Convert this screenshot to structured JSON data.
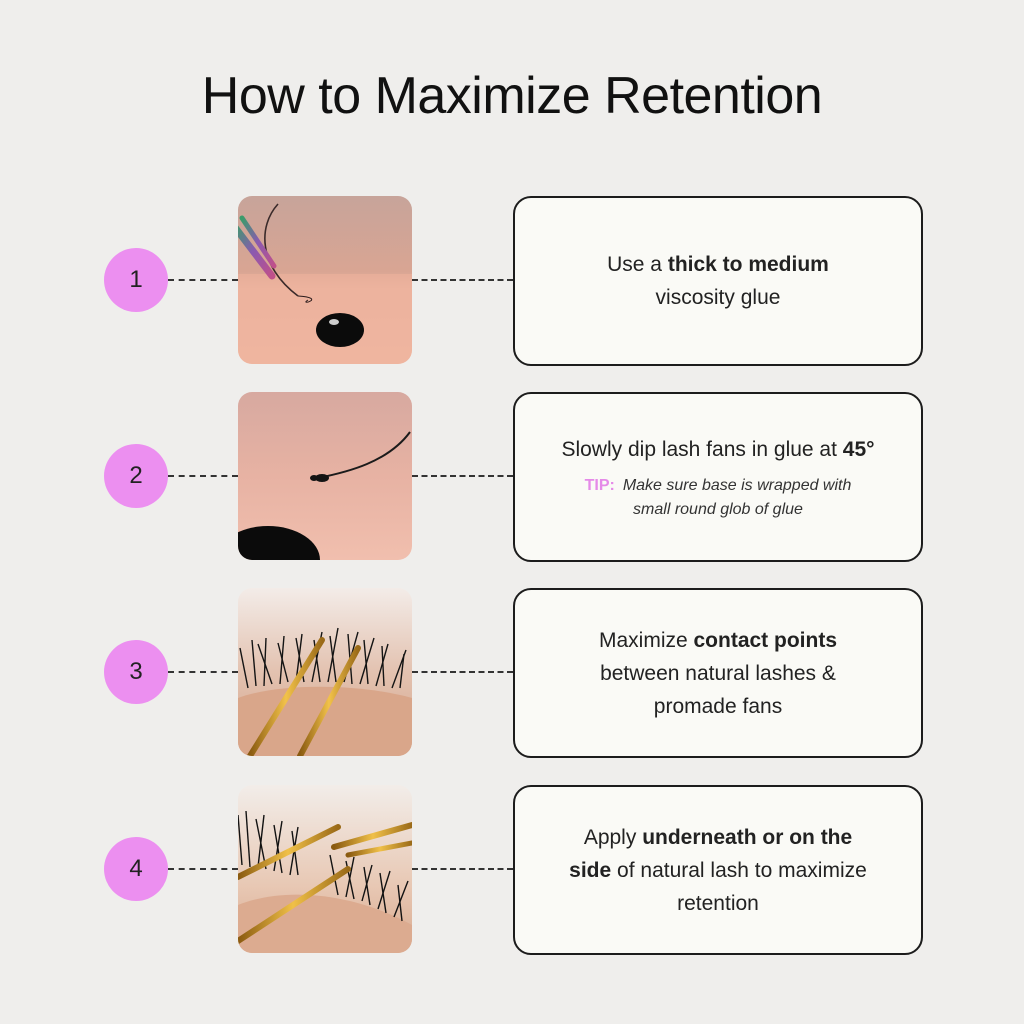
{
  "title": "How to Maximize Retention",
  "steps": [
    {
      "number": "1",
      "photo_icon": "glue-drop-photo",
      "lines": [
        {
          "pre": "Use a ",
          "bold": "thick to medium",
          "post": ""
        },
        {
          "pre": "viscosity glue",
          "bold": "",
          "post": ""
        }
      ]
    },
    {
      "number": "2",
      "photo_icon": "lash-fan-dip-photo",
      "lines": [
        {
          "pre": "Slowly dip lash fans in glue at ",
          "bold": "45°",
          "post": ""
        }
      ],
      "tip_label": "TIP:",
      "tip_line1": "Make sure base is wrapped with",
      "tip_line2": "small round glob of glue"
    },
    {
      "number": "3",
      "photo_icon": "tweezers-lashes-photo",
      "lines": [
        {
          "pre": "Maximize ",
          "bold": "contact points",
          "post": ""
        },
        {
          "pre": "between natural lashes &",
          "bold": "",
          "post": ""
        },
        {
          "pre": "promade fans",
          "bold": "",
          "post": ""
        }
      ]
    },
    {
      "number": "4",
      "photo_icon": "lash-application-photo",
      "lines": [
        {
          "pre": "Apply ",
          "bold": "underneath or on the",
          "post": ""
        },
        {
          "pre": "",
          "bold": "side",
          "post": " of natural lash to maximize"
        },
        {
          "pre": "retention",
          "bold": "",
          "post": ""
        }
      ]
    }
  ],
  "colors": {
    "background": "#efeeec",
    "badge": "#ec8ff0",
    "tip": "#e58ae8",
    "card": "#fafaf6"
  }
}
